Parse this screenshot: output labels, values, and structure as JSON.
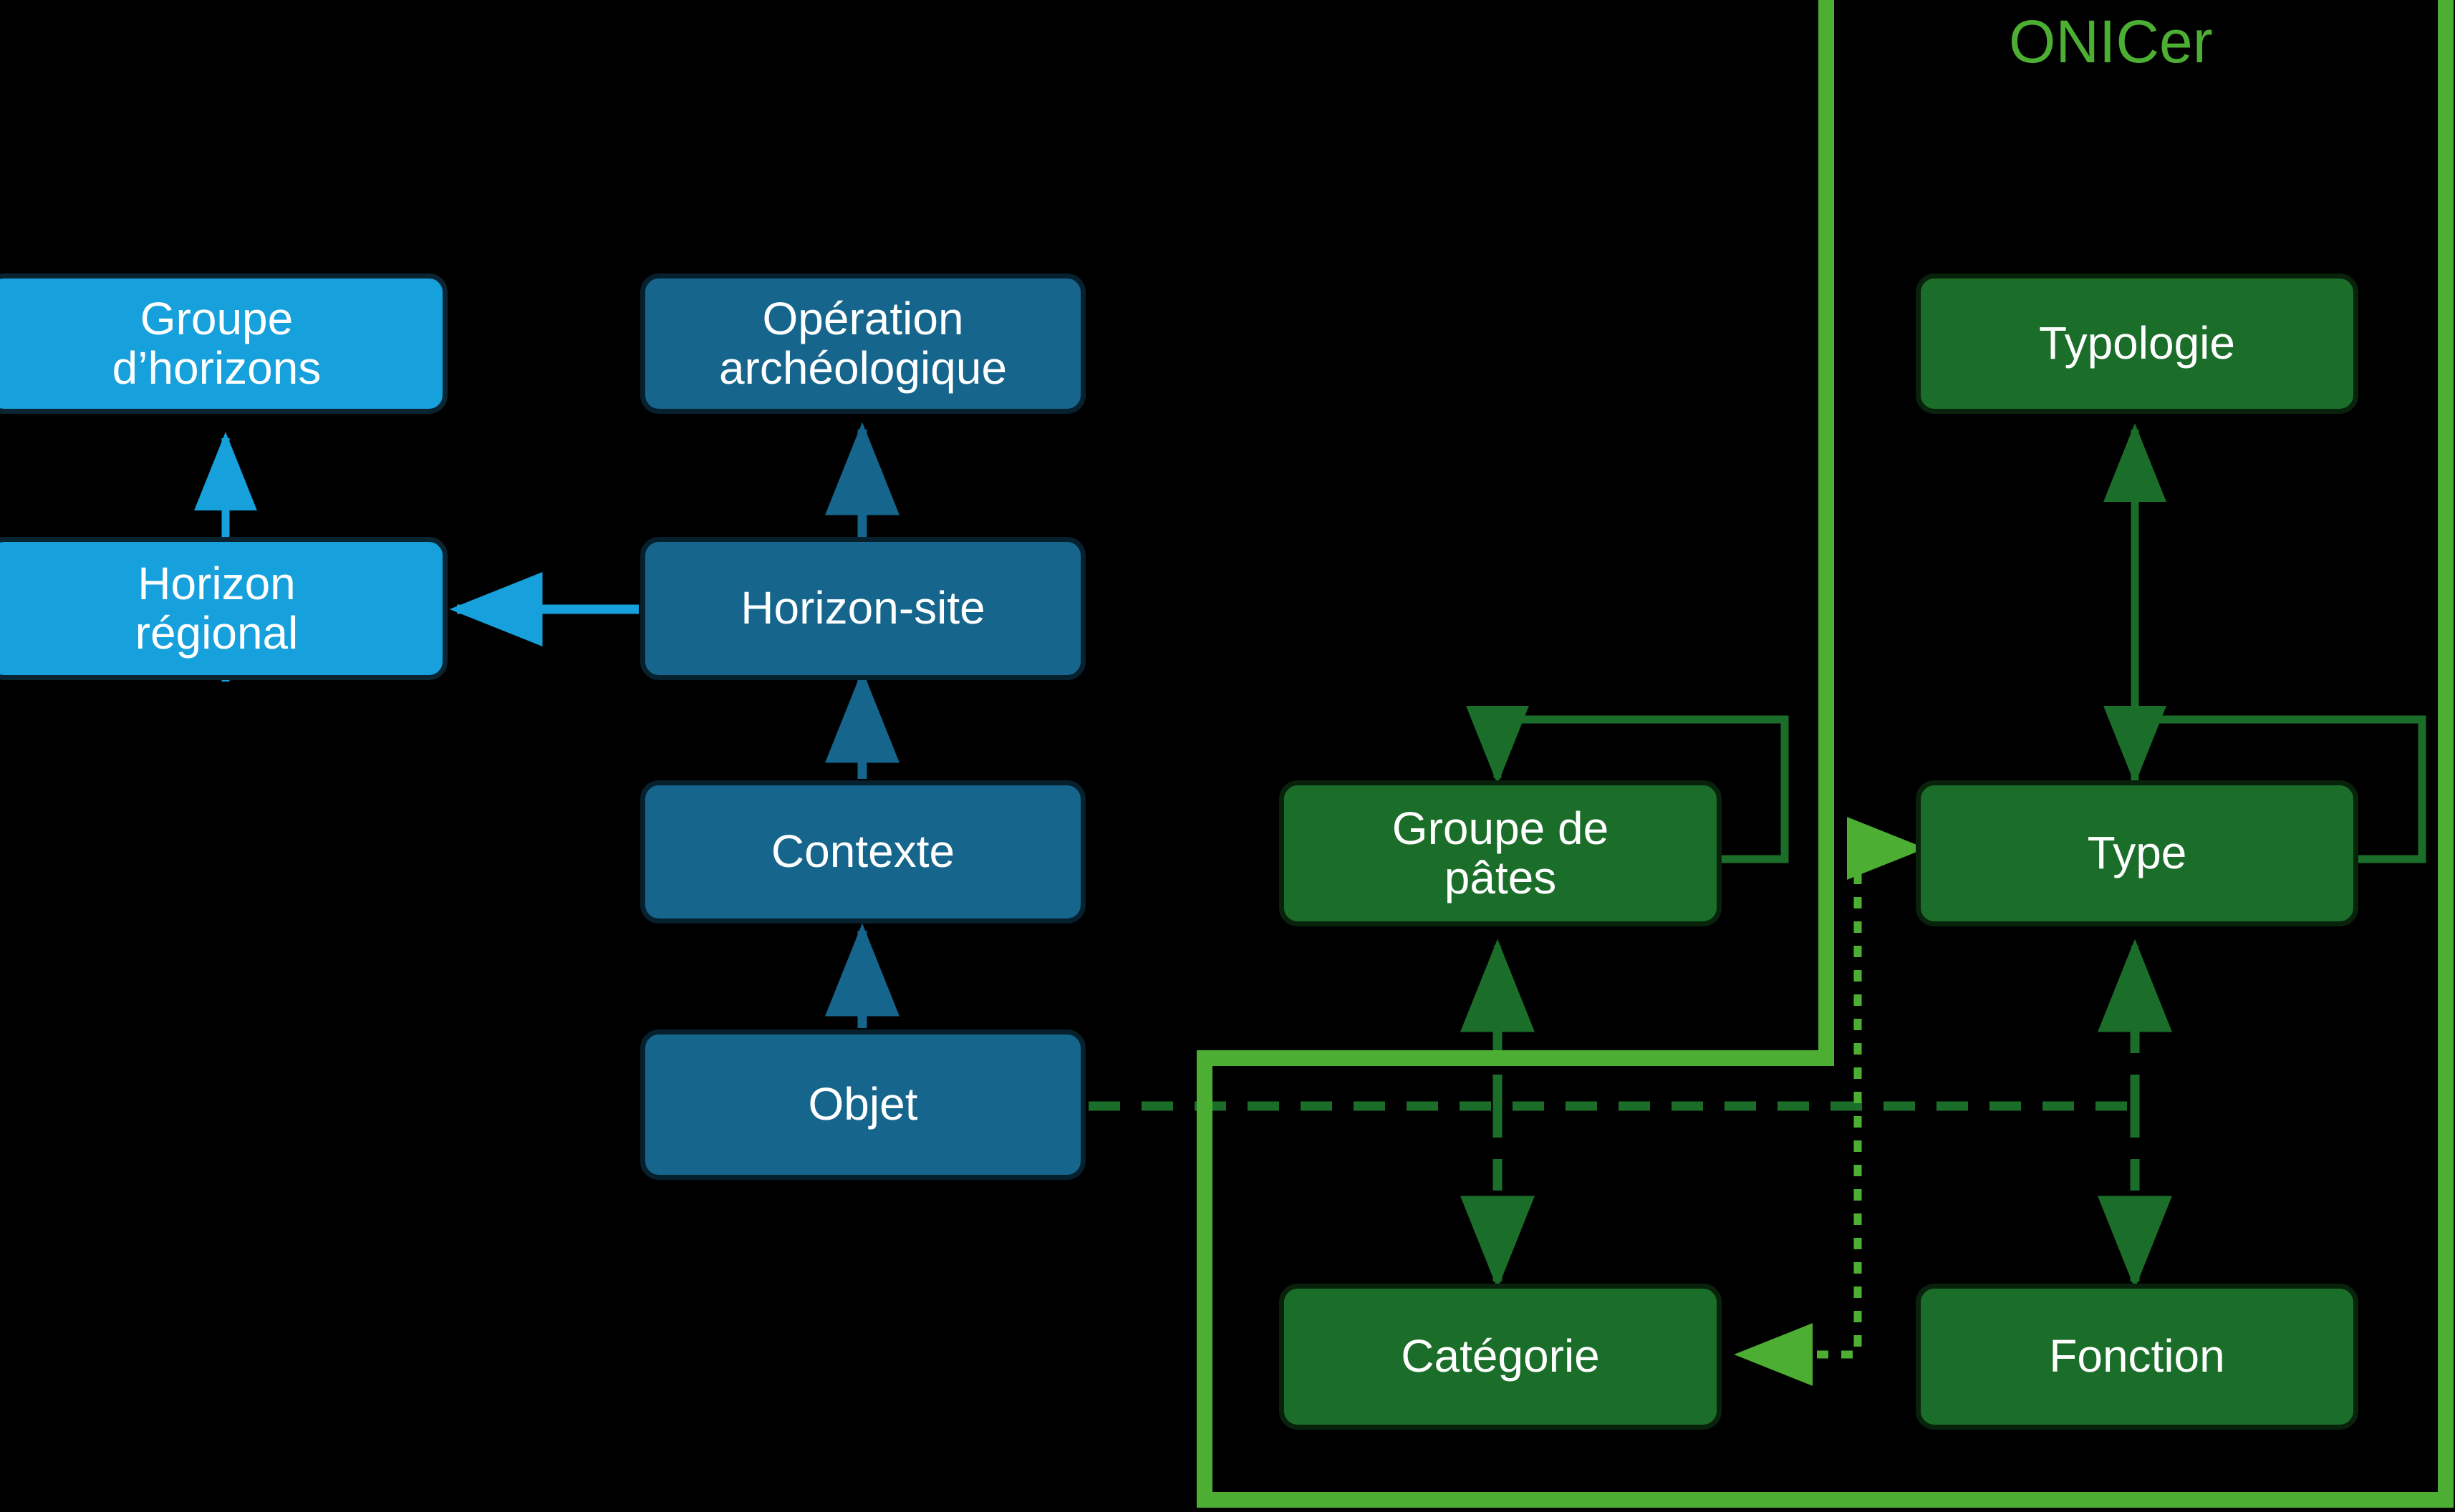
{
  "diagram": {
    "title": "ONICer",
    "background": "#000000",
    "palette": {
      "light_blue": "#16A0DC",
      "dark_blue": "#15658C",
      "green": "#1B6E29",
      "bright_green": "#4CAF33",
      "edge_green": "#1B6E29",
      "node_text": "#ffffff"
    }
  },
  "group_box": {
    "label": "ONICer",
    "color": "#4CAF33"
  },
  "nodes": [
    {
      "id": "groupe-horizons",
      "label": "Groupe\nd’horizons",
      "color_class": "lightblue"
    },
    {
      "id": "horizon-regional",
      "label": "Horizon\nrégional",
      "color_class": "lightblue"
    },
    {
      "id": "operation",
      "label": "Opération\narchéologique",
      "color_class": "darkblue"
    },
    {
      "id": "horizon-site",
      "label": "Horizon-site",
      "color_class": "darkblue"
    },
    {
      "id": "contexte",
      "label": "Contexte",
      "color_class": "darkblue"
    },
    {
      "id": "objet",
      "label": "Objet",
      "color_class": "darkblue"
    },
    {
      "id": "groupe-pates",
      "label": "Groupe de\npâtes",
      "color_class": "green"
    },
    {
      "id": "categorie",
      "label": "Catégorie",
      "color_class": "green"
    },
    {
      "id": "typologie",
      "label": "Typologie",
      "color_class": "green"
    },
    {
      "id": "type",
      "label": "Type",
      "color_class": "green"
    },
    {
      "id": "fonction",
      "label": "Fonction",
      "color_class": "green"
    }
  ],
  "node_labels": {
    "groupe_horizons_line1": "Groupe",
    "groupe_horizons_line2": "d’horizons",
    "horizon_regional_line1": "Horizon",
    "horizon_regional_line2": "régional",
    "operation_line1": "Opération",
    "operation_line2": "archéologique",
    "horizon_site": "Horizon-site",
    "contexte": "Contexte",
    "objet": "Objet",
    "groupe_pates_line1": "Groupe de",
    "groupe_pates_line2": "pâtes",
    "categorie": "Catégorie",
    "typologie": "Typologie",
    "type": "Type",
    "fonction": "Fonction"
  },
  "edges": [
    {
      "from": "horizon-regional",
      "to": "groupe-horizons",
      "style": "solid",
      "color": "#16A0DC"
    },
    {
      "from": "horizon-site",
      "to": "operation",
      "style": "solid",
      "color": "#15658C"
    },
    {
      "from": "horizon-site",
      "to": "horizon-regional",
      "style": "solid",
      "color": "#16A0DC"
    },
    {
      "from": "contexte",
      "to": "horizon-site",
      "style": "solid",
      "color": "#15658C"
    },
    {
      "from": "objet",
      "to": "contexte",
      "style": "solid",
      "color": "#15658C"
    },
    {
      "from": "groupe-pates",
      "to": "groupe-pates",
      "style": "solid",
      "color": "#1B6E29",
      "kind": "self-loop"
    },
    {
      "from": "type",
      "to": "type",
      "style": "solid",
      "color": "#1B6E29",
      "kind": "self-loop"
    },
    {
      "from": "type",
      "to": "typologie",
      "style": "solid",
      "color": "#1B6E29"
    },
    {
      "from": "objet",
      "to": "groupe-pates",
      "style": "dashed",
      "color": "#1B6E29"
    },
    {
      "from": "objet",
      "to": "categorie",
      "style": "dashed",
      "color": "#1B6E29"
    },
    {
      "from": "objet",
      "to": "type",
      "style": "dashed",
      "color": "#1B6E29"
    },
    {
      "from": "objet",
      "to": "fonction",
      "style": "dashed",
      "color": "#1B6E29"
    },
    {
      "from": "type",
      "to": "categorie",
      "style": "dotted",
      "color": "#4CAF33"
    }
  ]
}
